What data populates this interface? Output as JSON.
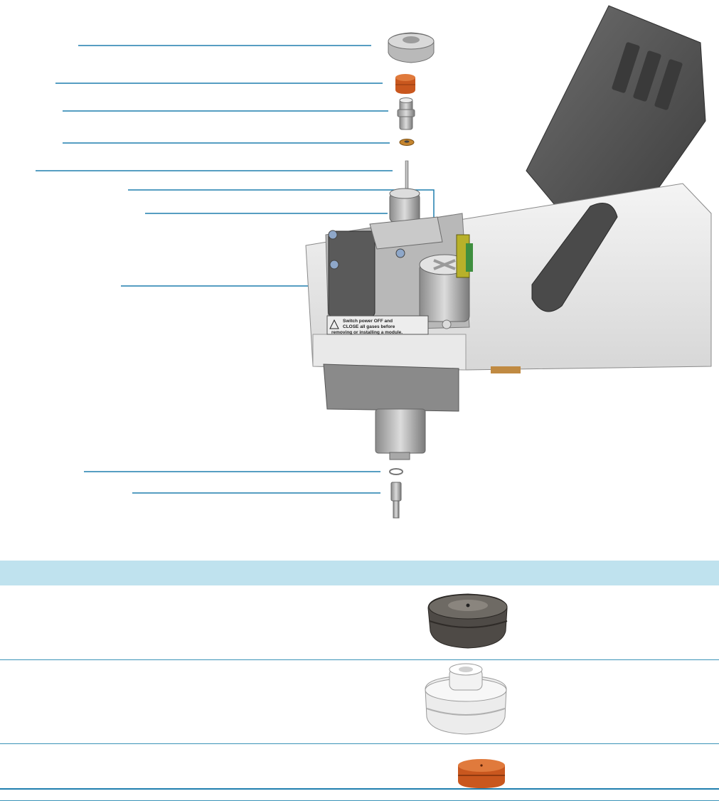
{
  "figure": {
    "warning_label": {
      "lines": [
        "Switch power OFF and",
        "CLOSE all gases before",
        "removing or installing a module."
      ]
    }
  },
  "parts_table": {
    "headers": [
      "",
      ""
    ],
    "rows": [
      {
        "description": "",
        "image": "dark-gray-knurled-nut"
      },
      {
        "description": "",
        "image": "white-knurled-nut"
      },
      {
        "description": "",
        "image": "orange-septum"
      }
    ]
  },
  "colors": {
    "callout_line": "#1f7fae",
    "header_fill": "#bfe2ee",
    "septum_orange": "#c9571e"
  }
}
